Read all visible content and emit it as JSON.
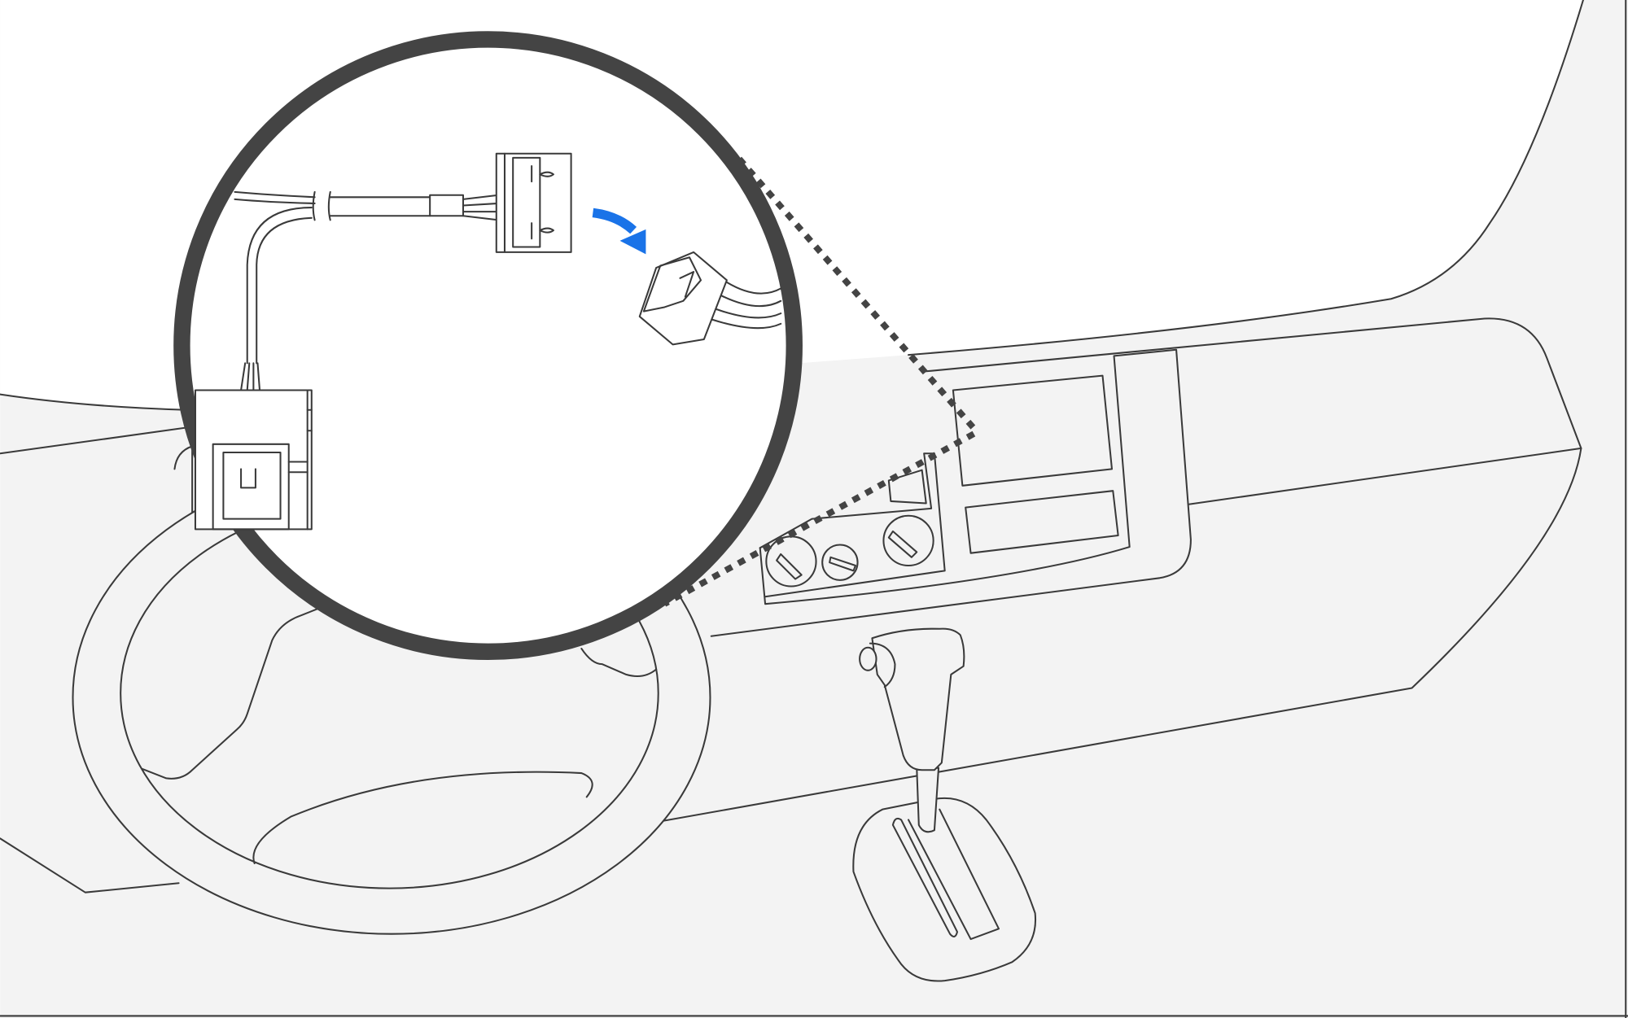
{
  "colors": {
    "background": "#ffffff",
    "dashboard_fill": "#f3f3f3",
    "line": "#3a3a3a",
    "magnifier_ring": "#444444",
    "arrow": "#1a73e8"
  },
  "icons": [
    "dashboard-illustration",
    "magnifier-circle",
    "connector-plug",
    "curved-arrow-icon"
  ]
}
